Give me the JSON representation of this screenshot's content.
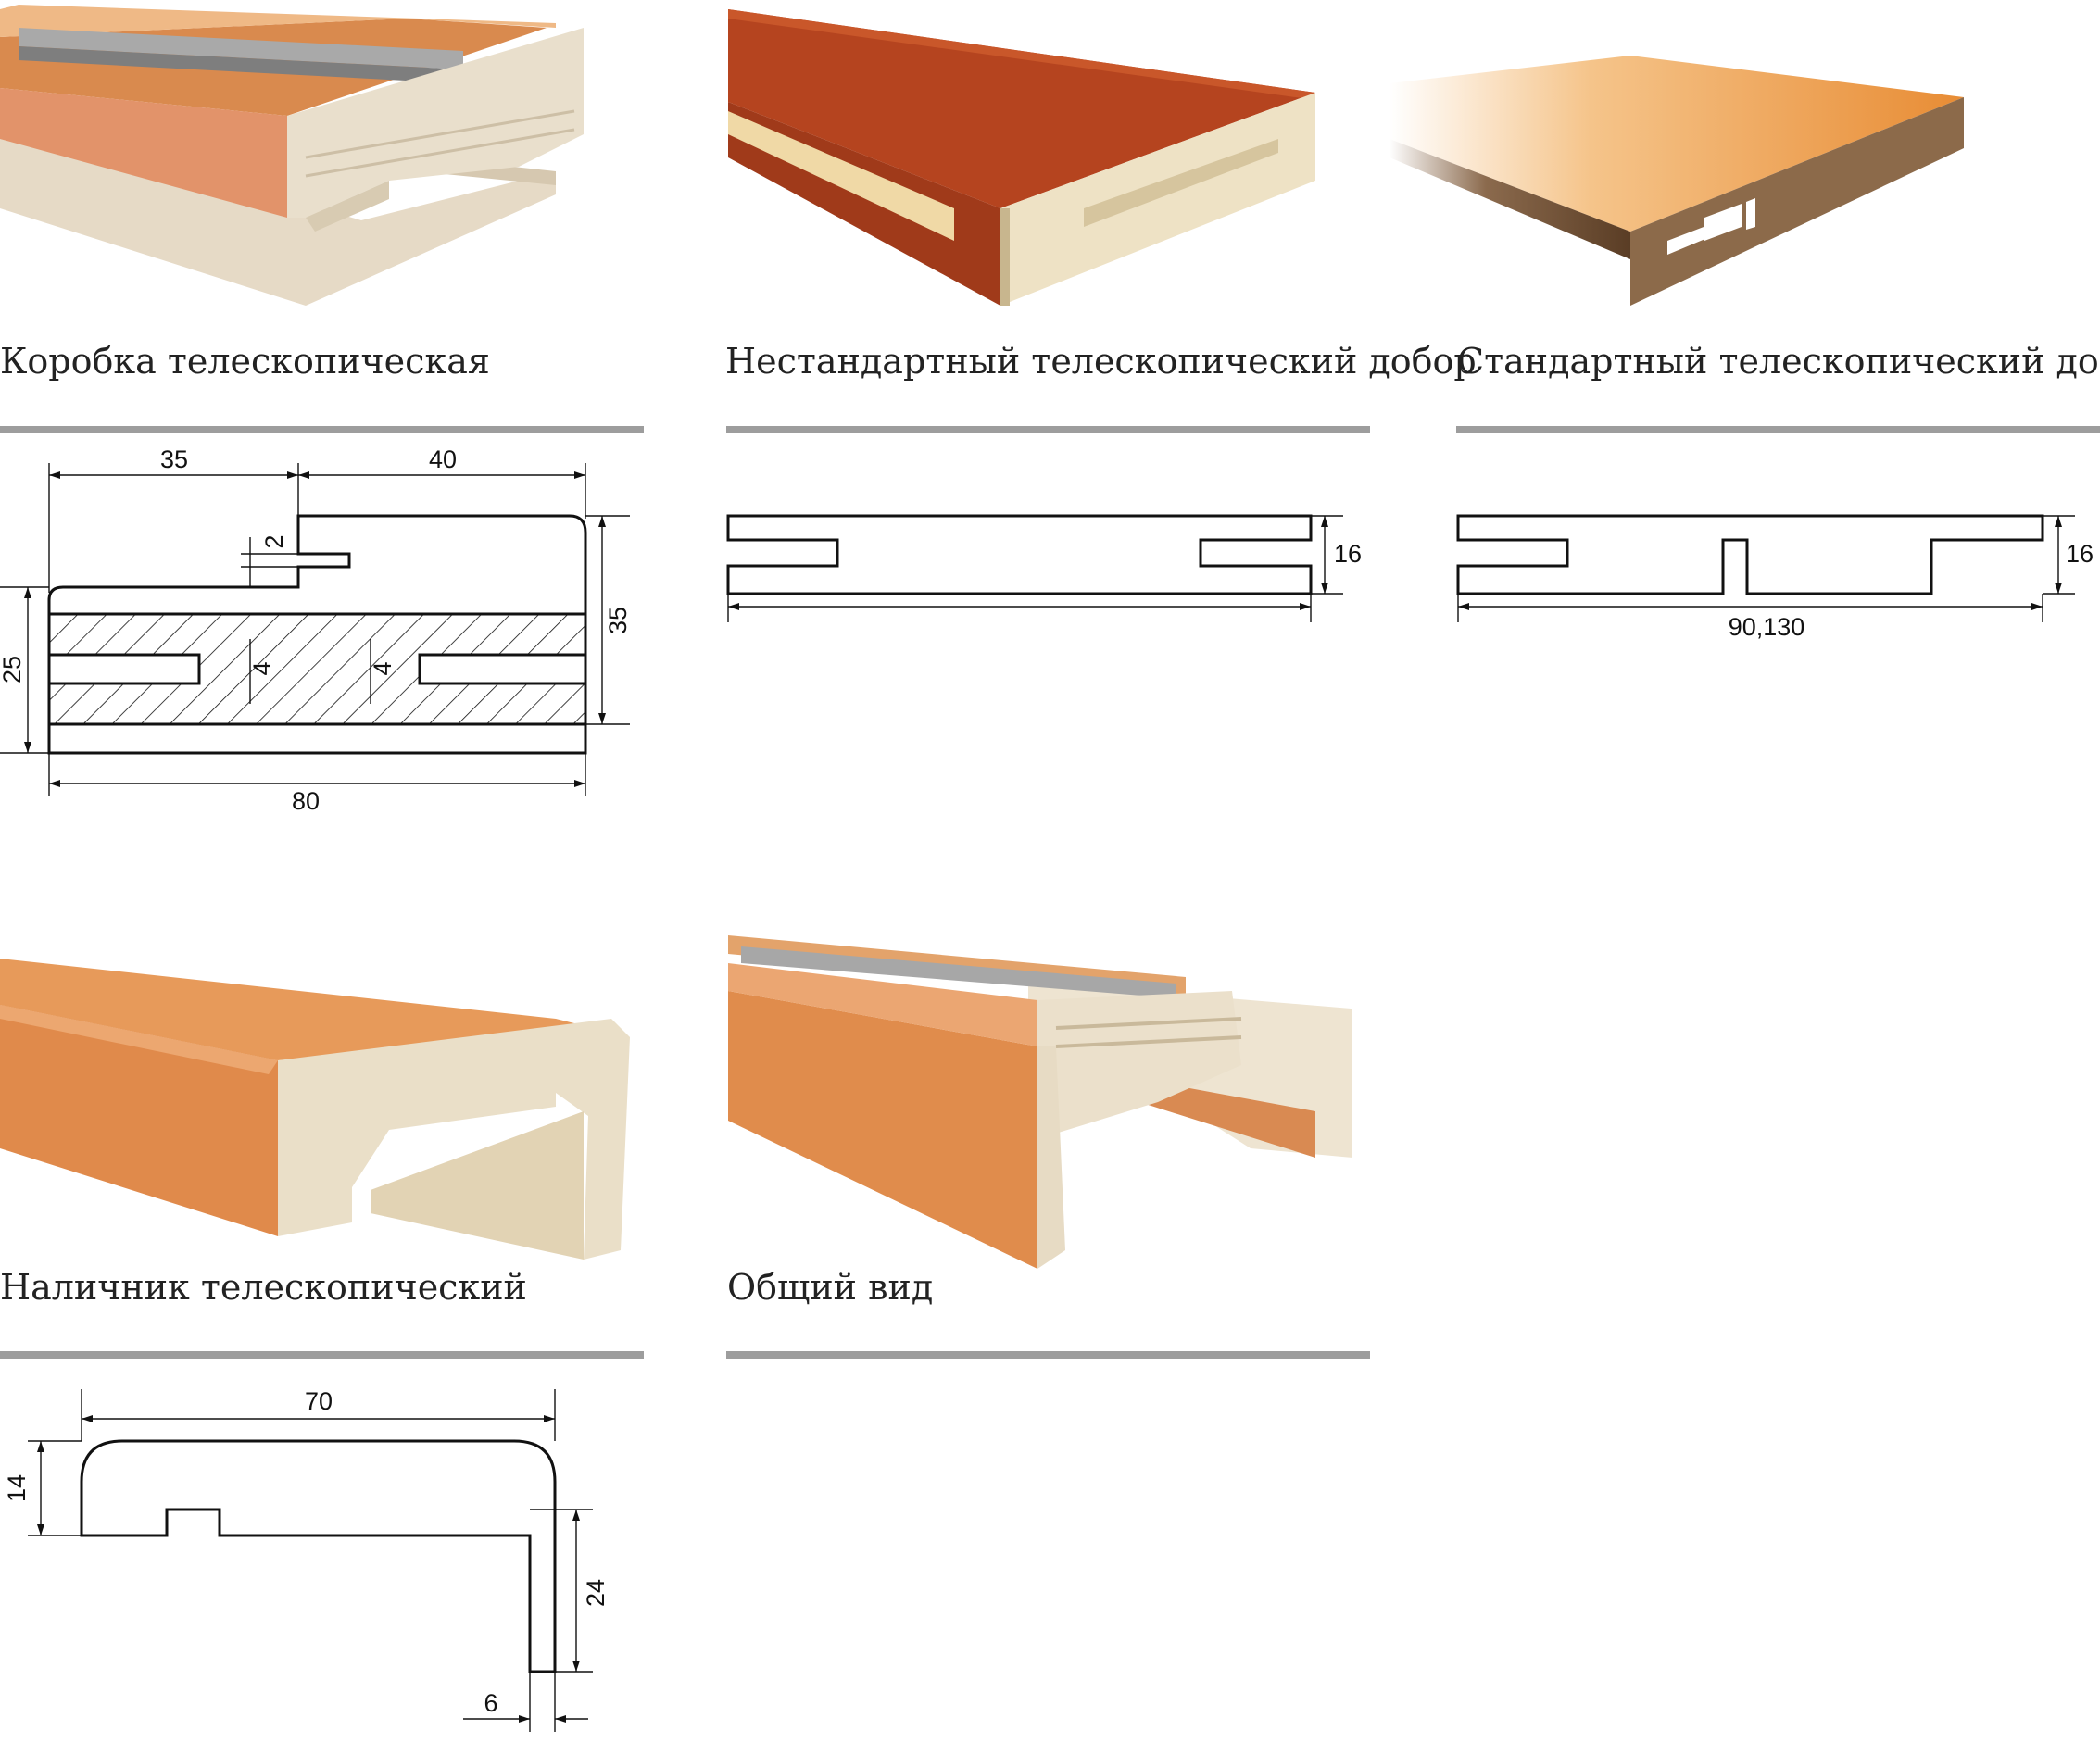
{
  "items": [
    {
      "caption": "Коробка телескопическая",
      "photo_icon": "telescopic-frame-photo"
    },
    {
      "caption": "Нестандартный телескопический добор",
      "photo_icon": "nonstandard-extension-photo"
    },
    {
      "caption": "Стандартный телескопический добор",
      "photo_icon": "standard-extension-photo"
    },
    {
      "caption": "Наличник телескопический",
      "photo_icon": "telescopic-architrave-photo"
    },
    {
      "caption": "Общий вид",
      "photo_icon": "general-view-photo"
    }
  ],
  "drawings": {
    "frame": {
      "d_left": "35",
      "d_right": "40",
      "d_groove": "2",
      "d_height_right": "35",
      "d_height_left": "25",
      "d_slot_a": "4",
      "d_slot_b": "4",
      "d_width": "80"
    },
    "nonstandard": {
      "d_thickness": "16"
    },
    "standard": {
      "d_thickness": "16",
      "d_width": "90,130"
    },
    "architrave": {
      "d_width": "70",
      "d_height": "14",
      "d_leg": "24",
      "d_leg_thickness": "6"
    }
  },
  "colors": {
    "rule": "#9d9d9d",
    "wood_light": "#e89a5c",
    "wood_dark": "#b8411f",
    "mdf": "#e8dcc6"
  }
}
